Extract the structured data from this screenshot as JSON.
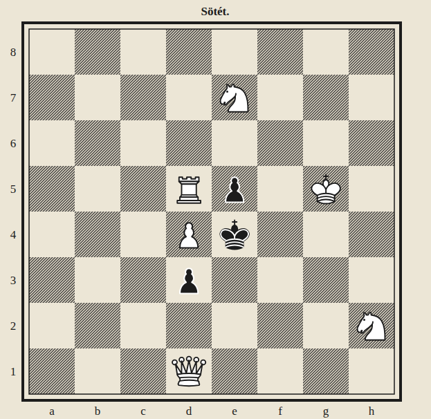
{
  "diagram": {
    "title": "Sötét.",
    "labels": [
      "8",
      "7",
      "6",
      "5",
      "4",
      "3",
      "2",
      "1",
      "a",
      "b",
      "c",
      "d",
      "e",
      "f",
      "g",
      "h"
    ]
  }
}
